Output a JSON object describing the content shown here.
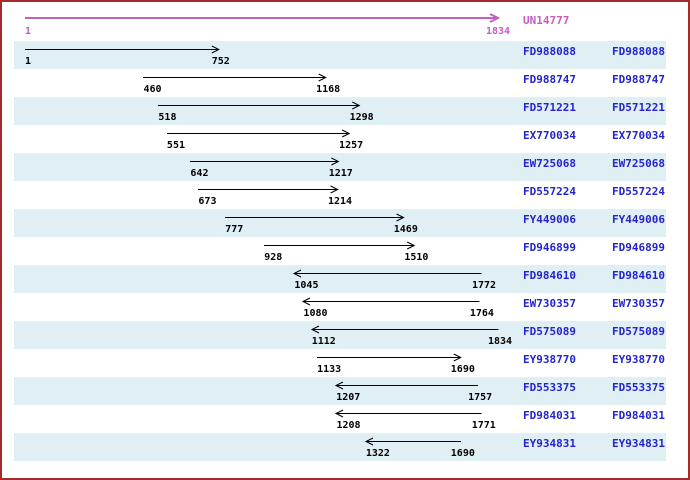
{
  "reference": {
    "name": "UN14777",
    "start_label": "1",
    "end_label": "1834",
    "start": 1,
    "end": 1834
  },
  "colors": {
    "frame_border": "#A52A2A",
    "row_stripe": "#E0EFF4",
    "accession_link": "#2424CC",
    "reference_accent": "#C35FC3",
    "read_arrow": "#000000"
  },
  "chart_data": {
    "type": "bar",
    "subtype": "horizontal-range sequence-alignment (contig read map)",
    "title": "UN14777",
    "xlabel": "",
    "ylabel": "",
    "x_range": [
      1,
      1834
    ],
    "grid": false,
    "legend": "none",
    "reference": {
      "name": "UN14777",
      "start": 1,
      "end": 1834,
      "strand": "+"
    },
    "series": [
      {
        "name": "FD988088",
        "start": 1,
        "end": 752,
        "strand": "+"
      },
      {
        "name": "FD988747",
        "start": 460,
        "end": 1168,
        "strand": "+"
      },
      {
        "name": "FD571221",
        "start": 518,
        "end": 1298,
        "strand": "+"
      },
      {
        "name": "EX770034",
        "start": 551,
        "end": 1257,
        "strand": "+"
      },
      {
        "name": "EW725068",
        "start": 642,
        "end": 1217,
        "strand": "+"
      },
      {
        "name": "FD557224",
        "start": 673,
        "end": 1214,
        "strand": "+"
      },
      {
        "name": "FY449006",
        "start": 777,
        "end": 1469,
        "strand": "+"
      },
      {
        "name": "FD946899",
        "start": 928,
        "end": 1510,
        "strand": "+"
      },
      {
        "name": "FD984610",
        "start": 1045,
        "end": 1772,
        "strand": "-"
      },
      {
        "name": "EW730357",
        "start": 1080,
        "end": 1764,
        "strand": "-"
      },
      {
        "name": "FD575089",
        "start": 1112,
        "end": 1834,
        "strand": "-"
      },
      {
        "name": "EY938770",
        "start": 1133,
        "end": 1690,
        "strand": "+"
      },
      {
        "name": "FD553375",
        "start": 1207,
        "end": 1757,
        "strand": "-"
      },
      {
        "name": "FD984031",
        "start": 1208,
        "end": 1771,
        "strand": "-"
      },
      {
        "name": "EY934831",
        "start": 1322,
        "end": 1690,
        "strand": "-"
      }
    ]
  }
}
